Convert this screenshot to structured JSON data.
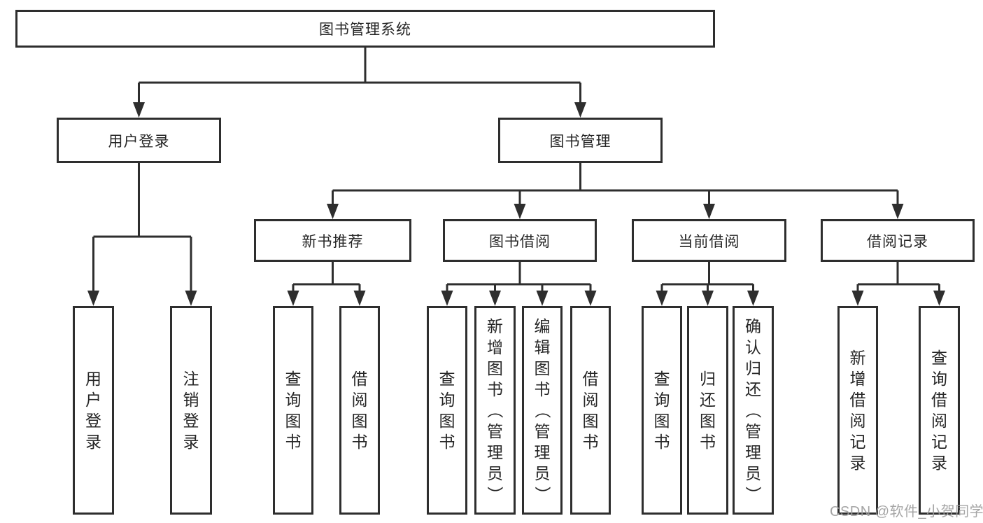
{
  "tree": {
    "label": "图书管理系统",
    "children": [
      {
        "label": "用户登录",
        "children": [
          {
            "label": "用户登录"
          },
          {
            "label": "注销登录"
          }
        ]
      },
      {
        "label": "图书管理",
        "children": [
          {
            "label": "新书推荐",
            "children": [
              {
                "label": "查询图书"
              },
              {
                "label": "借阅图书"
              }
            ]
          },
          {
            "label": "图书借阅",
            "children": [
              {
                "label": "查询图书"
              },
              {
                "label": "新增图书（管理员）"
              },
              {
                "label": "编辑图书（管理员）"
              },
              {
                "label": "借阅图书"
              }
            ]
          },
          {
            "label": "当前借阅",
            "children": [
              {
                "label": "查询图书"
              },
              {
                "label": "归还图书"
              },
              {
                "label": "确认归还（管理员）"
              }
            ]
          },
          {
            "label": "借阅记录",
            "children": [
              {
                "label": "新增借阅记录"
              },
              {
                "label": "查询借阅记录"
              }
            ]
          }
        ]
      }
    ]
  },
  "watermark": "CSDN @软件_小贺同学",
  "colors": {
    "line": "#2e2e2e",
    "text": "#262626",
    "watermark": "#9e9e9e",
    "background": "#ffffff"
  }
}
